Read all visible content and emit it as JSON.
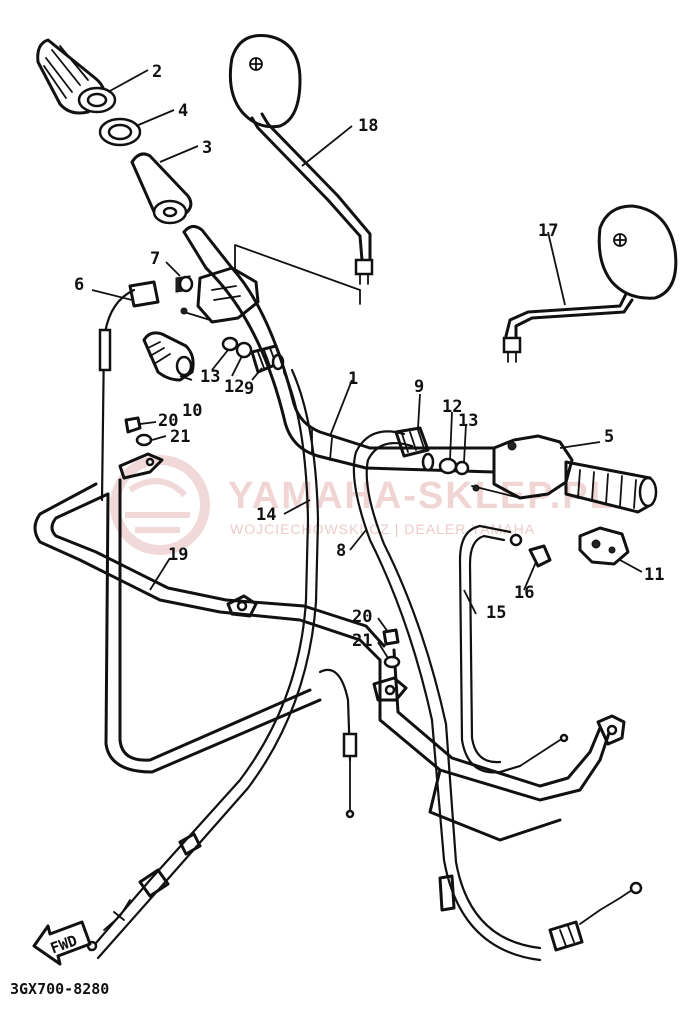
{
  "diagram": {
    "code": "3GX700-8280",
    "fwd_label": "FWD",
    "watermark_title": "YAMAHA-SKLEP.PL",
    "watermark_subtitle": "WOJCIECHOWSKI.CZ | DEALER YAMAHA",
    "callouts": {
      "c1": "1",
      "c2": "2",
      "c3": "3",
      "c4": "4",
      "c5": "5",
      "c6": "6",
      "c7": "7",
      "c8": "8",
      "c9a": "9",
      "c9b": "9",
      "c10": "10",
      "c11": "11",
      "c12a": "12",
      "c12b": "12",
      "c13a": "13",
      "c13b": "13",
      "c14": "14",
      "c15": "15",
      "c16": "16",
      "c17": "17",
      "c18": "18",
      "c19": "19",
      "c20a": "20",
      "c20b": "20",
      "c21a": "21",
      "c21b": "21"
    }
  }
}
